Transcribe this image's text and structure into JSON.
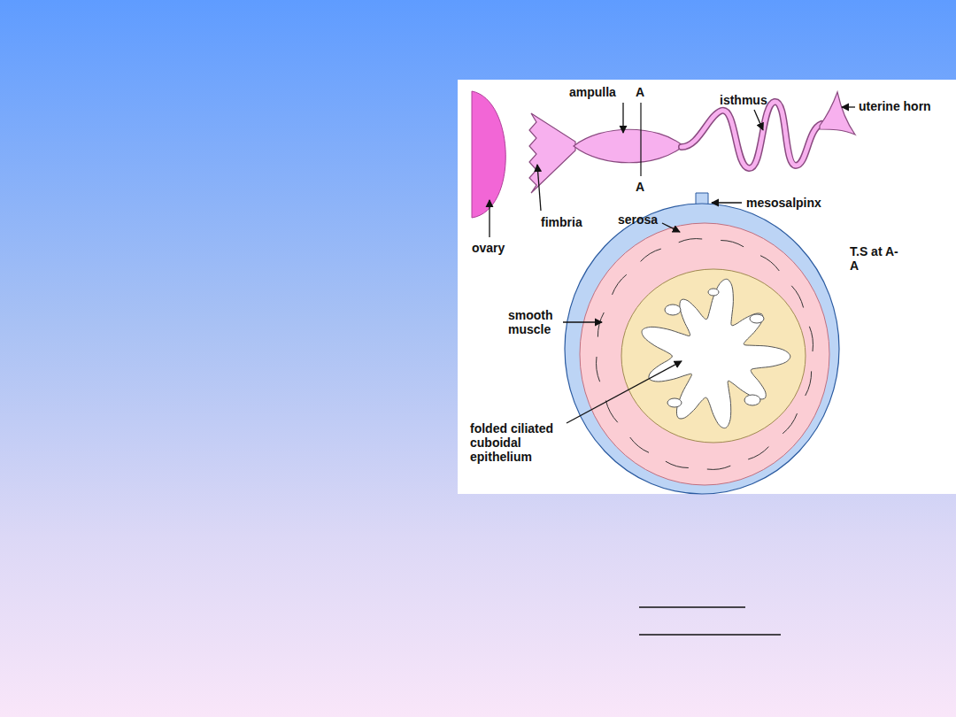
{
  "diagram": {
    "labels": [
      "ampulla",
      "A",
      "isthmus",
      "uterine horn",
      "fimbria",
      "A",
      "ovary",
      "serosa",
      "mesosalpinx",
      "T.S at A-A",
      "smooth muscle",
      "folded ciliated cuboidal epithelium"
    ]
  }
}
